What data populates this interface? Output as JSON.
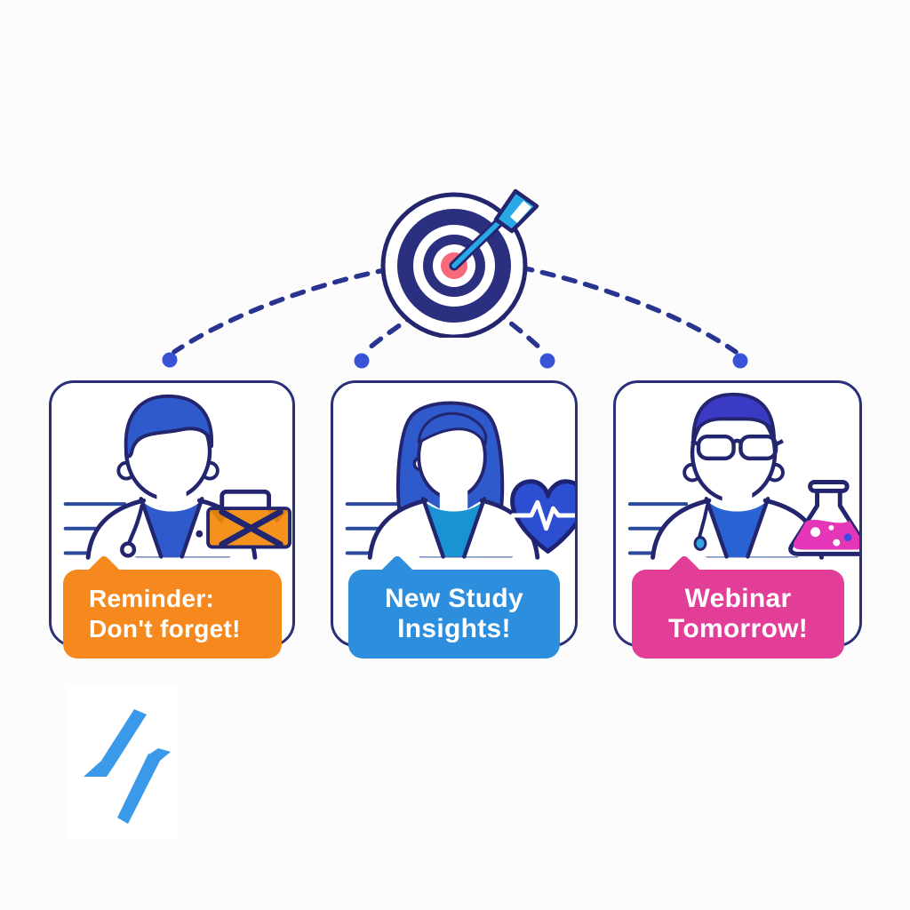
{
  "illustration": {
    "theme": "targeted-notifications-to-medical-personas",
    "background": "#FCFCFC"
  },
  "target": {
    "icon": "bullseye-with-arrow",
    "ring_navy": "#2B2F7F",
    "center_color": "#F8697C",
    "arrow_color": "#29A8E8"
  },
  "connectors": {
    "style": "dashed-curves-with-end-dots",
    "dash_color": "#28348F",
    "dot_color": "#3853D6",
    "count": 4
  },
  "colors": {
    "outline_navy": "#23266F",
    "royal_blue": "#2E5ACB",
    "hair_indigo": "#3A3AC4",
    "shirt_teal": "#1A93D4",
    "shirt_blue": "#2A63D4",
    "envelope_orange": "#F5921E",
    "envelope_flap": "#DE7E0D",
    "heart_blue": "#2B4FD0",
    "flask_pink": "#E636B8",
    "bolt_blue": "#3B99EA",
    "speed_line": "#2B4A9E"
  },
  "cards": [
    {
      "persona": "male-doctor-with-stethoscope",
      "icon": "crossed-out-envelope",
      "bubble": {
        "line1": "Reminder:",
        "line2": "Don't forget!",
        "color": "#F6891E",
        "text_color": "#FFFFFF",
        "align": "left"
      }
    },
    {
      "persona": "female-doctor",
      "icon": "heart-with-heartbeat",
      "bubble": {
        "line1": "New Study",
        "line2": "Insights!",
        "color": "#2C8EDC",
        "text_color": "#FFFFFF",
        "align": "center"
      }
    },
    {
      "persona": "male-doctor-with-glasses",
      "icon": "chemistry-flask",
      "bubble": {
        "line1": "Webinar",
        "line2": "Tomorrow!",
        "color": "#E23D97",
        "text_color": "#FFFFFF",
        "align": "center"
      }
    }
  ],
  "logo": {
    "icon": "pulse-bolt",
    "color": "#3B99EA"
  }
}
